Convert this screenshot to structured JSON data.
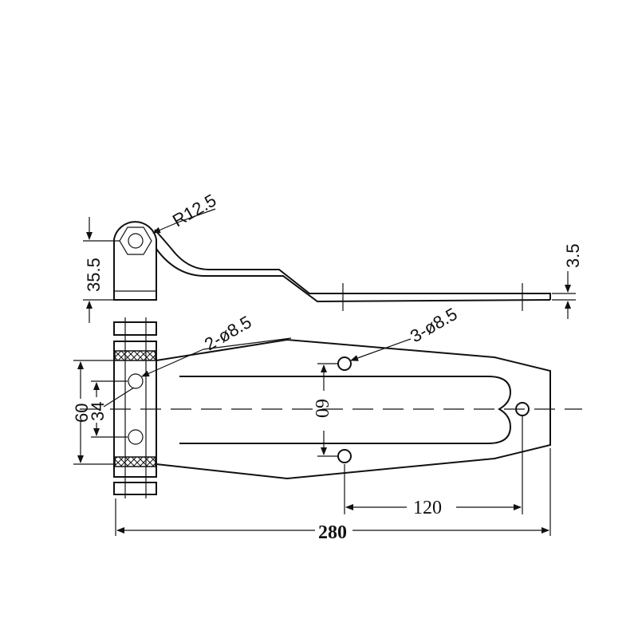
{
  "drawing": {
    "labels": {
      "radius": "R12.5",
      "knuckle_height": "35.5",
      "leaf_thickness": "3.5",
      "knuckle_holes": "2-ø8.5",
      "leaf_holes": "3-ø8.5",
      "overall_width": "60",
      "hole_spacing": "34",
      "leaf_hole_spacing": "60",
      "hole_offset": "120",
      "overall_length": "280"
    }
  }
}
